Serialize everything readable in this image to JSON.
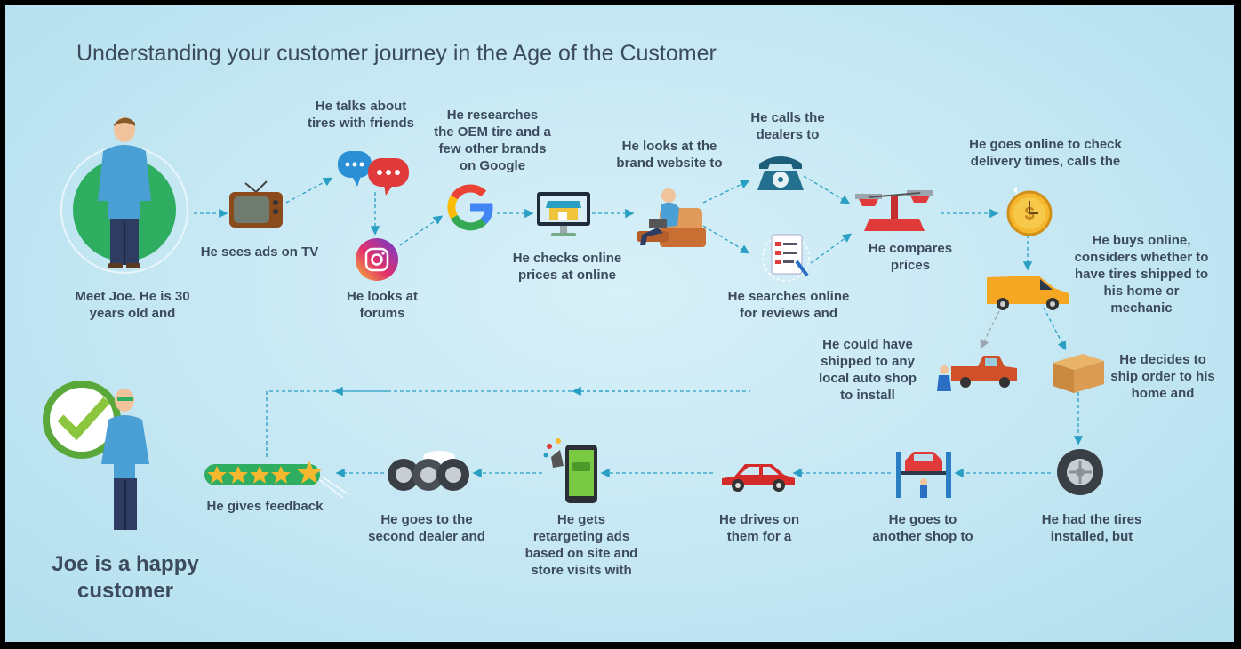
{
  "title": "Understanding your customer journey in the Age of the Customer",
  "steps": [
    {
      "id": "meet-joe",
      "label": "Meet Joe. He is 30\nyears old and"
    },
    {
      "id": "ads-tv",
      "label": "He sees ads on TV"
    },
    {
      "id": "talks-friends",
      "label": "He talks about\ntires with friends"
    },
    {
      "id": "forums",
      "label": "He looks at\nforums"
    },
    {
      "id": "research-google",
      "label": "He researches\nthe OEM tire and a\nfew other brands\non Google"
    },
    {
      "id": "check-prices",
      "label": "He checks online\nprices at online"
    },
    {
      "id": "brand-website",
      "label": "He looks at the\nbrand website to"
    },
    {
      "id": "calls-dealers",
      "label": "He calls the\ndealers to"
    },
    {
      "id": "search-reviews",
      "label": "He searches online\nfor reviews and"
    },
    {
      "id": "compares-prices",
      "label": "He compares\nprices"
    },
    {
      "id": "delivery-times",
      "label": "He goes online to check\ndelivery times, calls the"
    },
    {
      "id": "buys-online",
      "label": "He buys online,\nconsiders whether to\nhave tires shipped to\nhis home or\nmechanic"
    },
    {
      "id": "local-shop",
      "label": "He could have\nshipped to any\nlocal auto shop\nto install"
    },
    {
      "id": "ship-home",
      "label": "He decides to\nship order to his\nhome and"
    },
    {
      "id": "tires-installed",
      "label": "He had the tires\ninstalled, but"
    },
    {
      "id": "another-shop",
      "label": "He goes to\nanother shop to"
    },
    {
      "id": "drives",
      "label": "He drives on\nthem for a"
    },
    {
      "id": "retargeting",
      "label": "He gets\nretargeting ads\nbased on site and\nstore visits with"
    },
    {
      "id": "second-dealer",
      "label": "He goes to the\nsecond dealer and"
    },
    {
      "id": "feedback",
      "label": "He gives feedback"
    }
  ],
  "happy": "Joe is a happy\ncustomer",
  "colors": {
    "arrow": "#2a9fc4",
    "text": "#3b4a5c",
    "green": "#2fae62"
  }
}
